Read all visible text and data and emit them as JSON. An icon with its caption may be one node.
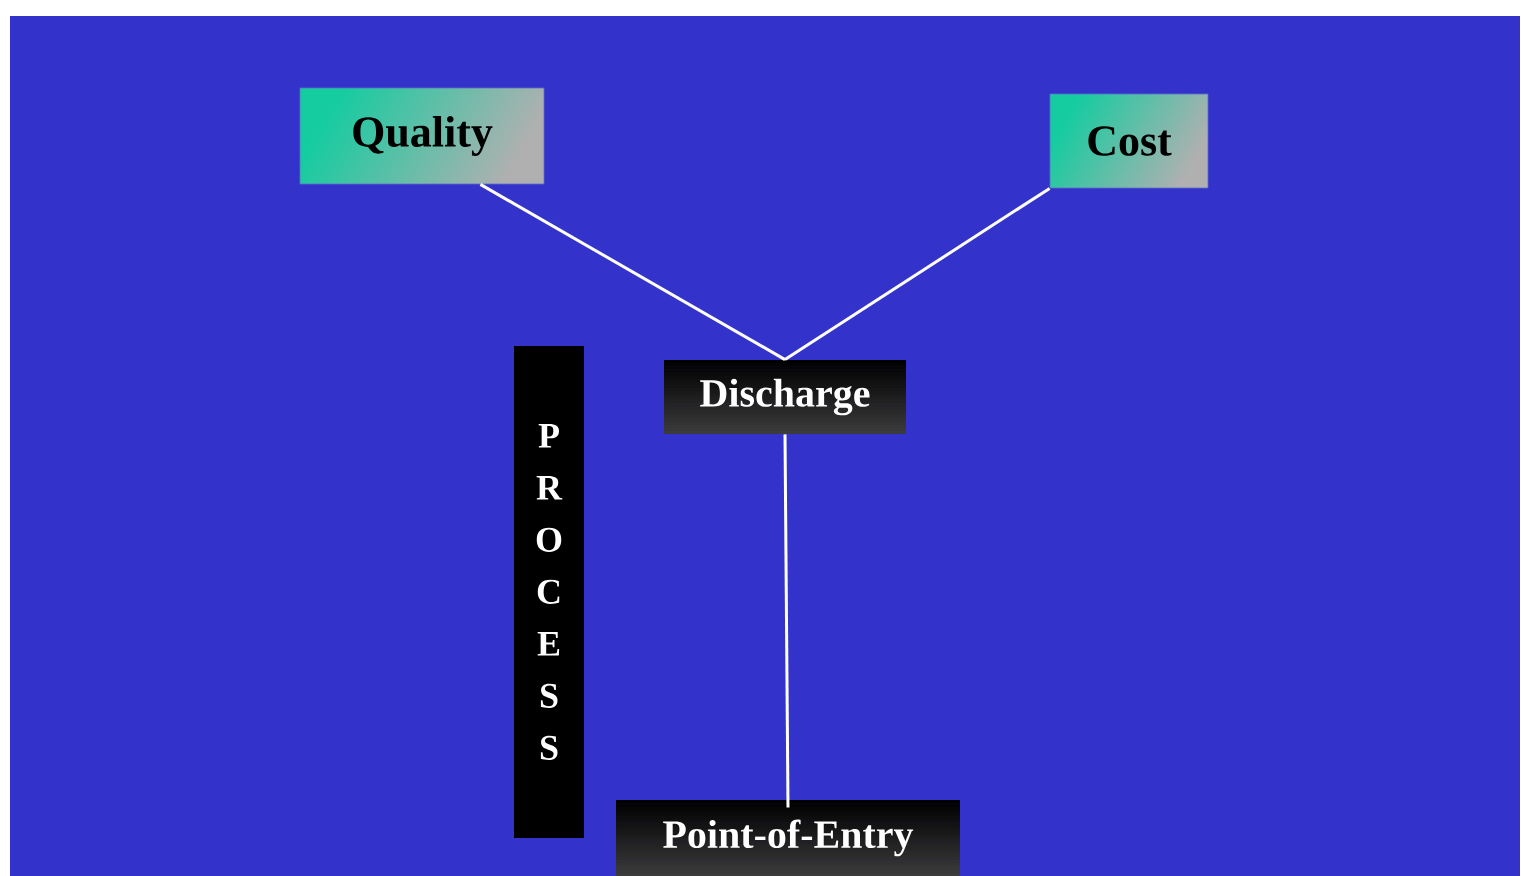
{
  "diagram": {
    "nodes": [
      {
        "text": [
          "Quality"
        ]
      },
      {
        "text": [
          "Cost"
        ]
      },
      {
        "text": [
          "Discharge"
        ]
      },
      {
        "text": [
          "P R O C E S S"
        ]
      },
      {
        "text": [
          "Point-of-Entry"
        ]
      }
    ],
    "edges": [
      {
        "from": 0,
        "to": 2,
        "arrow": "none"
      },
      {
        "from": 1,
        "to": 2,
        "arrow": "none"
      },
      {
        "from": 2,
        "to": 4,
        "arrow": "none"
      }
    ]
  }
}
